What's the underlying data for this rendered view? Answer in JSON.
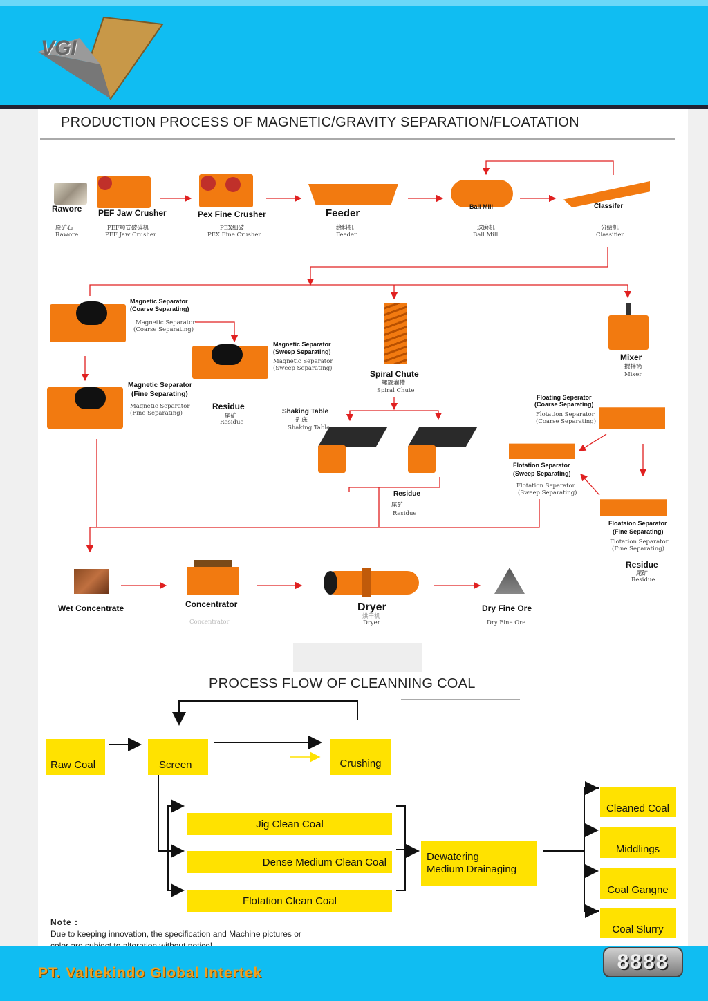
{
  "brand": {
    "logo_text": "VGI",
    "company": "PT. Valtekindo Global Intertek",
    "badge": "8888",
    "colors": {
      "header": "#10bdf2",
      "accent_yellow": "#ffe200",
      "machine_orange": "#f27a10",
      "arrow_red": "#e02020"
    }
  },
  "section1": {
    "title": "PRODUCTION PROCESS OF MAGNETIC/GRAVITY SEPARATION/FLOATATION",
    "nodes": {
      "rawore": {
        "label": "Rawore",
        "sub1": "原矿石",
        "sub2": "Rawore"
      },
      "jaw": {
        "label": "PEF Jaw Crusher",
        "sub1": "PEF颚式破碎机",
        "sub2": "PEF Jaw Crusher"
      },
      "fine": {
        "label": "Pex Fine Crusher",
        "sub1": "PEX细破",
        "sub2": "PEX Fine Crusher"
      },
      "feeder": {
        "label": "Feeder",
        "sub1": "给料机",
        "sub2": "Feeder"
      },
      "ballmill": {
        "label": "Ball Mill",
        "sub1": "球磨机",
        "sub2": "Ball Mill"
      },
      "classifier": {
        "label": "Classifer",
        "sub1": "分级机",
        "sub2": "Classifier"
      },
      "mag_coarse": {
        "label1": "Magnetic Separator",
        "label2": "(Coarse Separating)",
        "sub1": "Magnetic Separator",
        "sub2": "(Coarse Separating)"
      },
      "mag_sweep": {
        "label1": "Magnetic Separator",
        "label2": "(Sweep Separating)",
        "sub1": "Magnetic Separator",
        "sub2": "(Sweep Separating)"
      },
      "mag_fine": {
        "label1": "Magnetic Separator",
        "label2": "(Fine Separating)",
        "sub1": "Magnetic Separator",
        "sub2": "(Fine Separating)"
      },
      "residue1": {
        "label": "Residue",
        "sub1": "尾矿",
        "sub2": "Residue"
      },
      "spiral": {
        "label": "Spiral Chute",
        "sub1": "螺旋溜槽",
        "sub2": "Spiral Chute"
      },
      "shaking": {
        "label": "Shaking Table",
        "sub1": "摇    床",
        "sub2": "Shaking Table"
      },
      "residue2": {
        "label": "Residue",
        "sub1": "尾矿",
        "sub2": "Residue"
      },
      "mixer": {
        "label": "Mixer",
        "sub1": "搅拌筒",
        "sub2": "Mixer"
      },
      "float_coarse": {
        "label1": "Floating Seperator",
        "label2": "(Coarse Separating)",
        "sub1": "Flotation Separator",
        "sub2": "(Coarse Separating)"
      },
      "float_sweep": {
        "label1": "Flotation Separator",
        "label2": "(Sweep Separating)",
        "sub1": "Flotation Separator",
        "sub2": "(Sweep Separating)"
      },
      "float_fine": {
        "label1": "Floataion Separator",
        "label2": "(Fine Separating)",
        "sub1": "Flotation Separator",
        "sub2": "(Fine Separating)"
      },
      "residue3": {
        "label": "Residue",
        "sub1": "尾矿",
        "sub2": "Residue"
      },
      "wetconc": {
        "label": "Wet Concentrate"
      },
      "concentrator": {
        "label": "Concentrator",
        "sub2": "Concentrator"
      },
      "dryer": {
        "label": "Dryer",
        "sub1": "烘干机",
        "sub2": "Dryer"
      },
      "dryfine": {
        "label": "Dry Fine Ore",
        "sub2": "Dry Fine Ore"
      }
    }
  },
  "section2": {
    "title": "PROCESS FLOW OF CLEANNING COAL",
    "boxes": {
      "raw_coal": "Raw Coal",
      "screen": "Screen",
      "crushing": "Crushing",
      "jig": "Jig Clean Coal",
      "dense": "Dense Medium Clean Coal",
      "flotation": "Flotation Clean Coal",
      "dewatering1": "Dewatering",
      "dewatering2": "Medium Drainaging",
      "cleaned": "Cleaned Coal",
      "middlings": "Middlings",
      "gangue": "Coal Gangne",
      "slurry": "Coal Slurry"
    }
  },
  "note": {
    "heading": "Note :",
    "line1": "Due to keeping innovation, the specification and Machine pictures or",
    "line2": "color are subject to alteration without notice!"
  }
}
